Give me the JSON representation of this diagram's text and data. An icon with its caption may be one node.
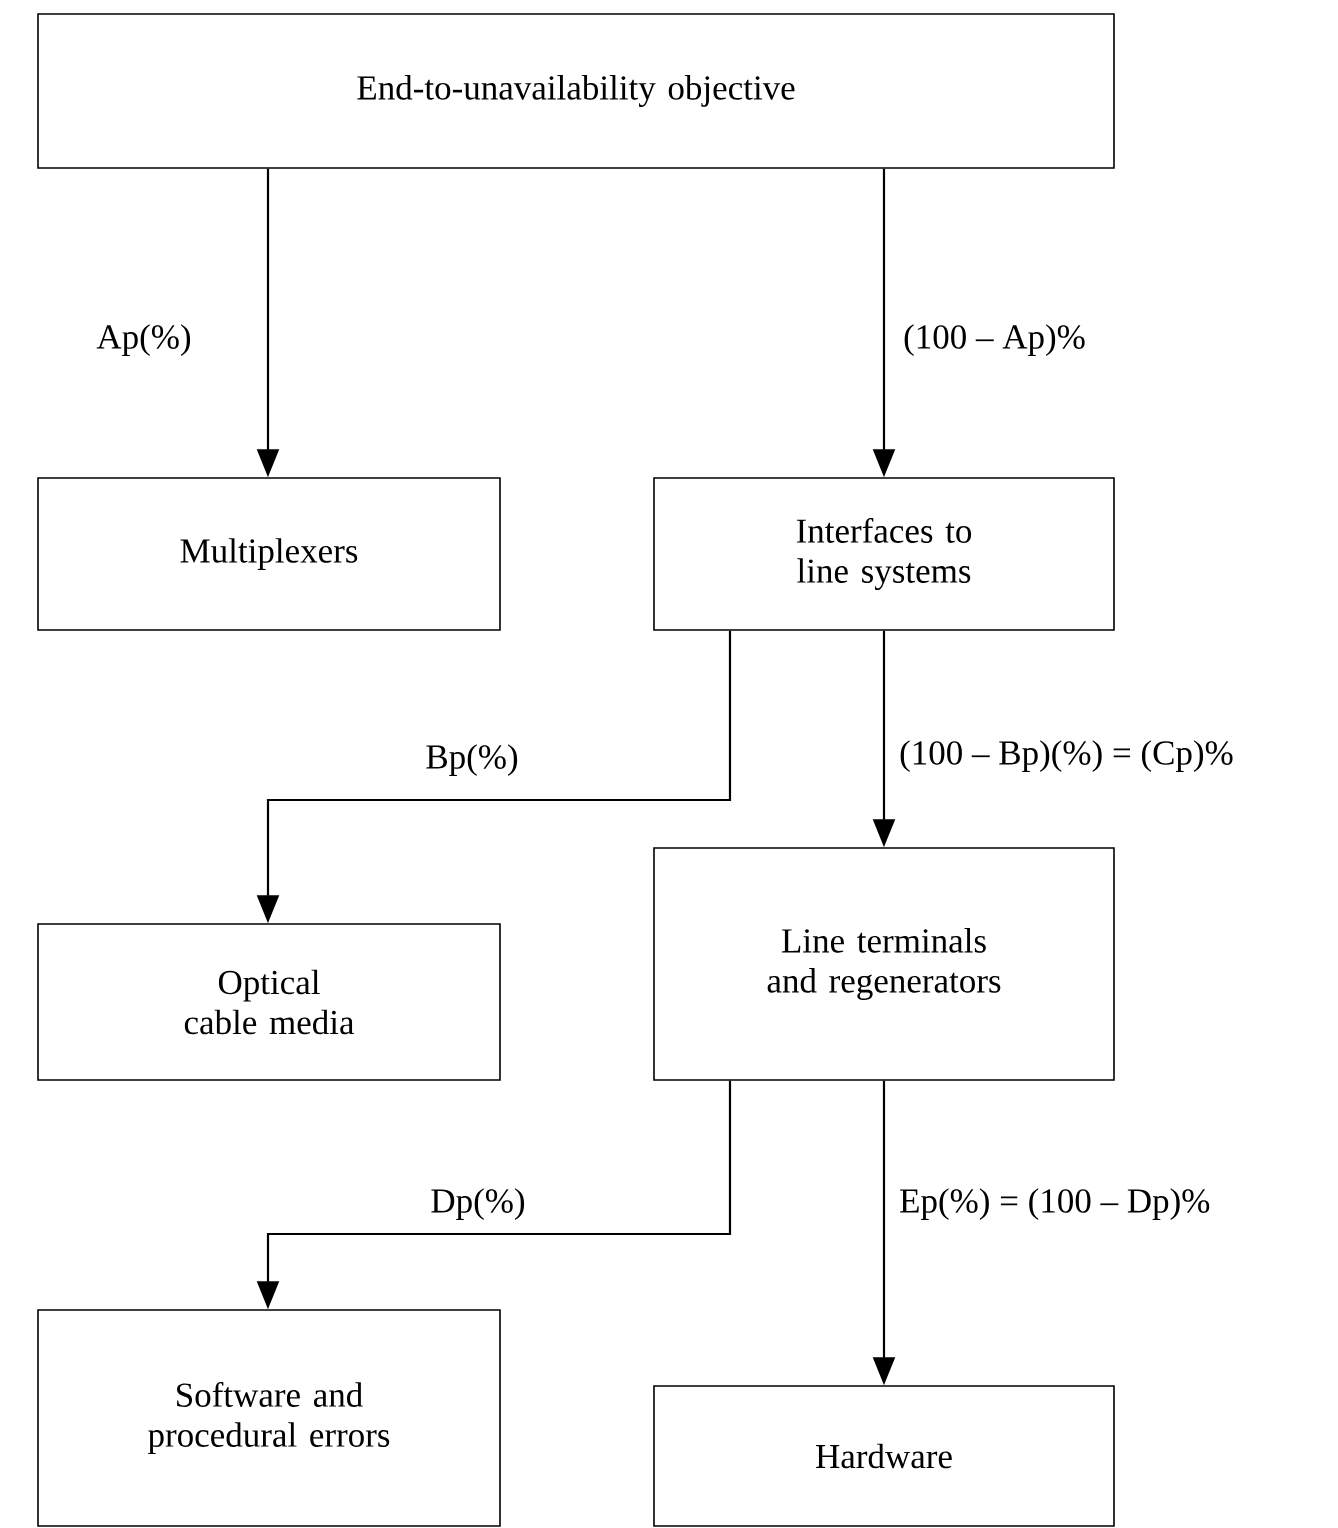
{
  "diagram": {
    "nodes": [
      {
        "text": [
          "End-to-unavailability objective"
        ]
      },
      {
        "text": [
          "Multiplexers"
        ]
      },
      {
        "text": [
          "Interfaces to line systems"
        ]
      },
      {
        "text": [
          "Optical cable media"
        ]
      },
      {
        "text": [
          "Line terminals and regenerators"
        ]
      },
      {
        "text": [
          "Software and procedural errors"
        ]
      },
      {
        "text": [
          "Hardware"
        ]
      }
    ],
    "edges": [
      {
        "from": 0,
        "to": 1,
        "arrow": "to",
        "label": "Ap(%)"
      },
      {
        "from": 0,
        "to": 2,
        "arrow": "to",
        "label": "(100 – Ap)%"
      },
      {
        "from": 2,
        "to": 3,
        "arrow": "to",
        "label": "Bp(%)"
      },
      {
        "from": 2,
        "to": 4,
        "arrow": "to",
        "label": "(100 – Bp)(%) = (Cp)%"
      },
      {
        "from": 4,
        "to": 5,
        "arrow": "to",
        "label": "Dp(%)"
      },
      {
        "from": 4,
        "to": 6,
        "arrow": "to",
        "label": "Ep(%) = (100 – Dp)%"
      }
    ]
  }
}
